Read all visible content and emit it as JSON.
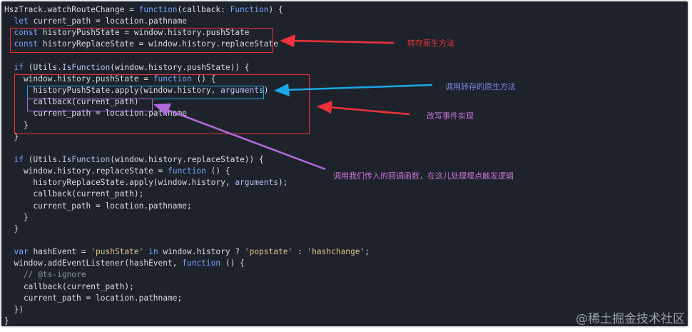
{
  "code": {
    "lines": [
      [
        {
          "t": "HszTrack.watchRouteChange = ",
          "c": "var"
        },
        {
          "t": "function",
          "c": "kw"
        },
        {
          "t": "(callback: ",
          "c": "var"
        },
        {
          "t": "Function",
          "c": "kw"
        },
        {
          "t": ") {",
          "c": "var"
        }
      ],
      [
        {
          "t": "  ",
          "c": "var"
        },
        {
          "t": "let",
          "c": "kw"
        },
        {
          "t": " current_path = location.pathname",
          "c": "var"
        }
      ],
      [
        {
          "t": "  ",
          "c": "var"
        },
        {
          "t": "const",
          "c": "kw"
        },
        {
          "t": " historyPushState = window.history.pushState",
          "c": "var"
        }
      ],
      [
        {
          "t": "  ",
          "c": "var"
        },
        {
          "t": "const",
          "c": "kw"
        },
        {
          "t": " historyReplaceState = window.history.replaceState",
          "c": "var"
        }
      ],
      [],
      [
        {
          "t": "  ",
          "c": "var"
        },
        {
          "t": "if",
          "c": "kw"
        },
        {
          "t": " (Utils.",
          "c": "var"
        },
        {
          "t": "IsFunction",
          "c": "prm"
        },
        {
          "t": "(window.history.pushState)) {",
          "c": "var"
        }
      ],
      [
        {
          "t": "    window.history.pushState = ",
          "c": "var"
        },
        {
          "t": "function",
          "c": "kw"
        },
        {
          "t": " () {",
          "c": "var"
        }
      ],
      [
        {
          "t": "      historyPushState.apply(window.history, ",
          "c": "var"
        },
        {
          "t": "arguments",
          "c": "prm"
        },
        {
          "t": ")",
          "c": "var"
        }
      ],
      [
        {
          "t": "      callback(current_path)",
          "c": "var"
        }
      ],
      [
        {
          "t": "      current_path = location.pathname",
          "c": "var"
        }
      ],
      [
        {
          "t": "    }",
          "c": "var"
        }
      ],
      [
        {
          "t": "  }",
          "c": "var"
        }
      ],
      [],
      [
        {
          "t": "  ",
          "c": "var"
        },
        {
          "t": "if",
          "c": "kw"
        },
        {
          "t": " (Utils.",
          "c": "var"
        },
        {
          "t": "IsFunction",
          "c": "prm"
        },
        {
          "t": "(window.history.replaceState)) {",
          "c": "var"
        }
      ],
      [
        {
          "t": "    window.history.replaceState = ",
          "c": "var"
        },
        {
          "t": "function",
          "c": "kw"
        },
        {
          "t": " () {",
          "c": "var"
        }
      ],
      [
        {
          "t": "      historyReplaceState.apply(window.history, ",
          "c": "var"
        },
        {
          "t": "arguments",
          "c": "prm"
        },
        {
          "t": ");",
          "c": "var"
        }
      ],
      [
        {
          "t": "      callback(current_path);",
          "c": "var"
        }
      ],
      [
        {
          "t": "      current_path = location.pathname;",
          "c": "var"
        }
      ],
      [
        {
          "t": "    }",
          "c": "var"
        }
      ],
      [
        {
          "t": "  }",
          "c": "var"
        }
      ],
      [],
      [
        {
          "t": "  ",
          "c": "var"
        },
        {
          "t": "var",
          "c": "kw"
        },
        {
          "t": " hashEvent = ",
          "c": "var"
        },
        {
          "t": "'pushState'",
          "c": "str"
        },
        {
          "t": " ",
          "c": "var"
        },
        {
          "t": "in",
          "c": "kw"
        },
        {
          "t": " window.history ? ",
          "c": "var"
        },
        {
          "t": "'popstate'",
          "c": "str"
        },
        {
          "t": " : ",
          "c": "var"
        },
        {
          "t": "'hashchange'",
          "c": "str"
        },
        {
          "t": ";",
          "c": "var"
        }
      ],
      [
        {
          "t": "  window.addEventListener(hashEvent, ",
          "c": "var"
        },
        {
          "t": "function",
          "c": "kw"
        },
        {
          "t": " () {",
          "c": "var"
        }
      ],
      [
        {
          "t": "    // @ts-ignore",
          "c": "cmt"
        }
      ],
      [
        {
          "t": "    callback(current_path);",
          "c": "var"
        }
      ],
      [
        {
          "t": "    current_path = location.pathname;",
          "c": "var"
        }
      ],
      [
        {
          "t": "  })",
          "c": "var"
        }
      ],
      [
        {
          "t": "}",
          "c": "var"
        }
      ]
    ]
  },
  "annotations": {
    "save_native": {
      "text": "转存原生方法",
      "color": "#f1303a"
    },
    "call_native": {
      "text": "调用转存的原生方法",
      "color": "#1aa8e8"
    },
    "rewrite_event": {
      "text": "改写事件实现",
      "color": "#f1303a"
    },
    "call_callback": {
      "text": "调用我们传入的回调函数，在这儿处理埋点触发逻辑",
      "color": "#b06bd9"
    }
  },
  "watermark": "@稀土掘金技术社区"
}
